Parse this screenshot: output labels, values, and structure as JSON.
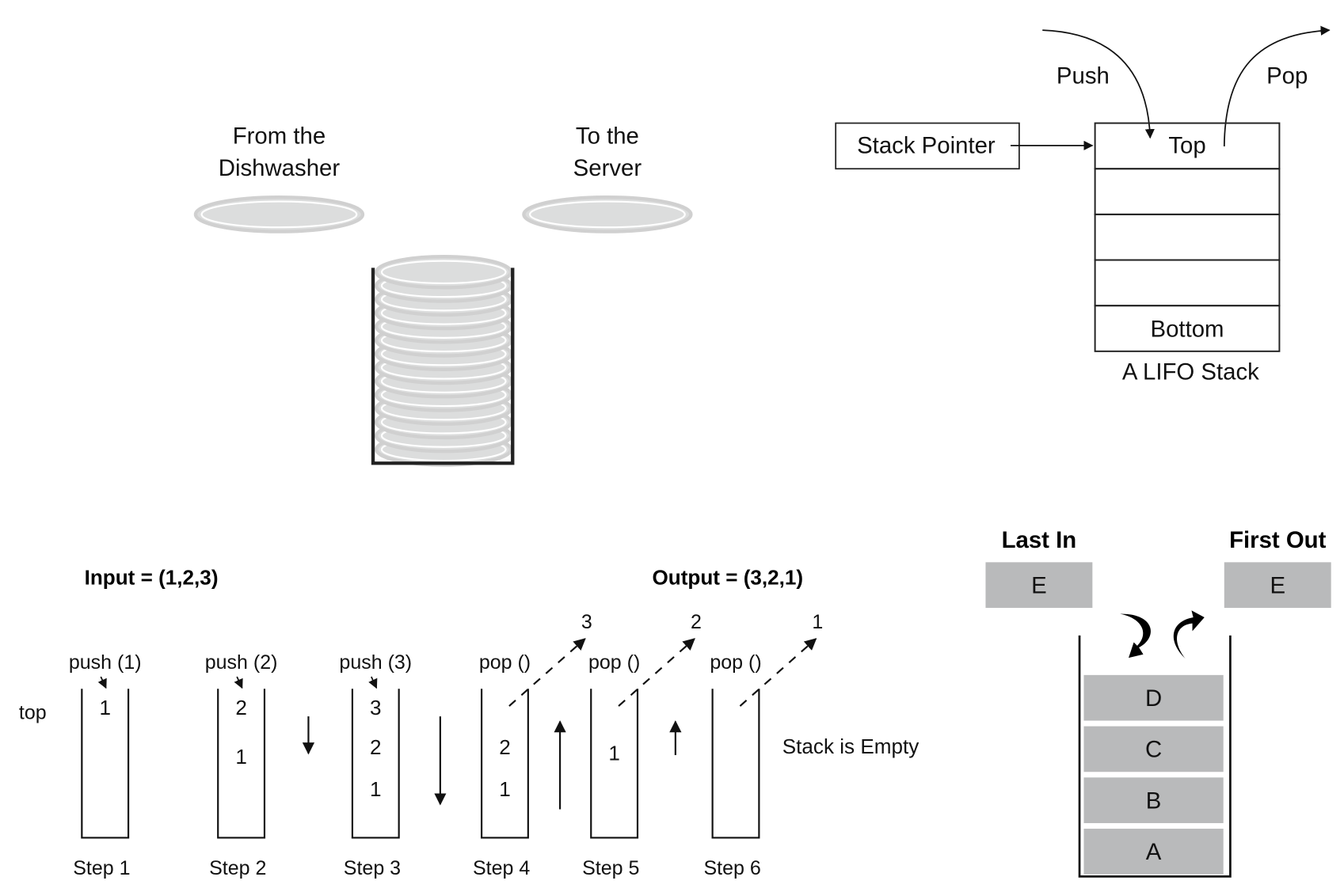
{
  "dishes": {
    "from_label": [
      "From the",
      "Dishwasher"
    ],
    "to_label": [
      "To the",
      "Server"
    ],
    "stacked_plate_count": 14
  },
  "lifo": {
    "push_label": "Push",
    "pop_label": "Pop",
    "pointer_label": "Stack Pointer",
    "top_label": "Top",
    "bottom_label": "Bottom",
    "caption": "A LIFO Stack",
    "slot_count": 5
  },
  "steps": {
    "input_label": "Input = (1,2,3)",
    "output_label": "Output = (3,2,1)",
    "top_label": "top",
    "empty_label": "Stack is Empty",
    "items": [
      {
        "name": "Step 1",
        "op": "push (1)",
        "contents": [
          "1"
        ]
      },
      {
        "name": "Step 2",
        "op": "push (2)",
        "contents": [
          "2",
          "1"
        ]
      },
      {
        "name": "Step 3",
        "op": "push (3)",
        "contents": [
          "3",
          "2",
          "1"
        ]
      },
      {
        "name": "Step 4",
        "op": "pop ()",
        "contents": [
          "2",
          "1"
        ],
        "popped": "3"
      },
      {
        "name": "Step 5",
        "op": "pop ()",
        "contents": [
          "1"
        ],
        "popped": "2"
      },
      {
        "name": "Step 6",
        "op": "pop ()",
        "contents": [],
        "popped": "1"
      }
    ]
  },
  "lifo_boxes": {
    "last_in_label": "Last In",
    "first_out_label": "First Out",
    "last_in_item": "E",
    "first_out_item": "E",
    "stack_items": [
      "D",
      "C",
      "B",
      "A"
    ],
    "box_color": "#b9babb"
  }
}
